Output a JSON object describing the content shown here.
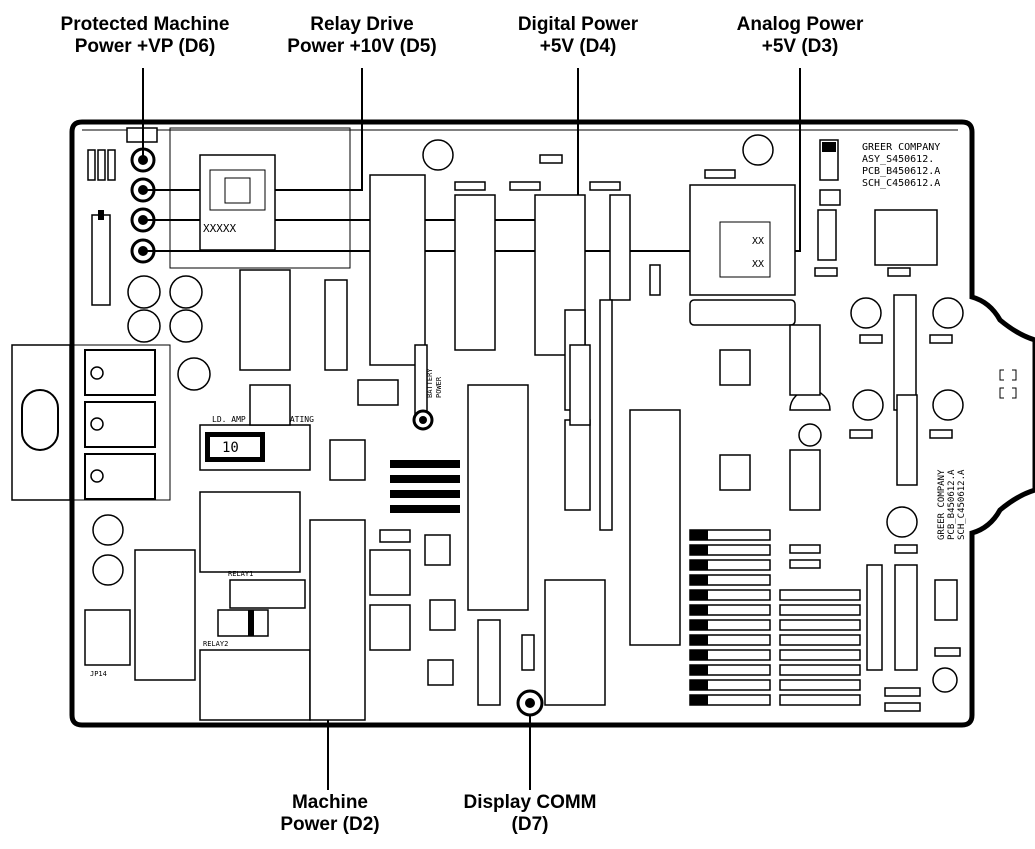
{
  "callouts": {
    "d6": {
      "line1": "Protected Machine",
      "line2": "Power +VP (D6)"
    },
    "d5": {
      "line1": "Relay Drive",
      "line2": "Power +10V (D5)"
    },
    "d4": {
      "line1": "Digital Power",
      "line2": "+5V (D4)"
    },
    "d3": {
      "line1": "Analog Power",
      "line2": "+5V (D3)"
    },
    "d2": {
      "line1": "Machine",
      "line2": "Power (D2)"
    },
    "d7": {
      "line1": "Display COMM",
      "line2": "(D7)"
    }
  },
  "board": {
    "label_lines": [
      "GREER COMPANY",
      "ASY_S450612.",
      "PCB_B450612.A",
      "SCH_C450612.A"
    ],
    "rotated_label_lines": [
      "GREER COMPANY",
      "PCB_B450612.A",
      "SCH_C450612.A"
    ],
    "ld_amp_label": "LD. AMP (F)",
    "rating_label": "RATING",
    "fuse_value": "10",
    "battery_label": "BATTERY",
    "power_label": "POWER",
    "relay_labels": [
      "RELAY1",
      "RELAY2"
    ],
    "xxxxx_label": "XXXXX",
    "xx_label": "XX",
    "jp_label": "JP14"
  },
  "colors": {
    "ink": "#000000",
    "board": "#ffffff"
  }
}
